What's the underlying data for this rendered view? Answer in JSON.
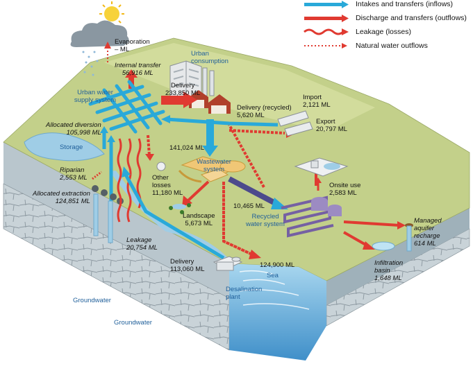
{
  "legend": {
    "items": [
      {
        "label": "Intakes and transfers (inflows)",
        "color": "#29a9d9"
      },
      {
        "label": "Discharge and transfers (outflows)",
        "color": "#e03a31"
      },
      {
        "label": "Leakage (losses)",
        "color": "#e03a31"
      },
      {
        "label": "Natural water outflows",
        "color": "#e03a31"
      }
    ]
  },
  "labels": {
    "evaporation": "Evaporation",
    "evaporation_value": "– ML",
    "internal_transfer": "Internal transfer",
    "internal_transfer_value": "56,916 ML",
    "urban_consumption": "Urban consumption",
    "delivery": "Delivery",
    "delivery_value": "233,850 ML",
    "delivery_recycled": "Delivery (recycled)",
    "delivery_recycled_value": "5,620 ML",
    "import": "Import",
    "import_value": "2,121 ML",
    "export": "Export",
    "export_value": "20,797 ML",
    "urban_supply": "Urban water supply system",
    "allocated_diversion": "Allocated diversion",
    "allocated_diversion_value": "105,998 ML",
    "storage": "Storage",
    "flow_141024": "141,024 ML",
    "wastewater": "Wastewater system",
    "riparian": "Riparian",
    "riparian_value": "2,553 ML",
    "other_losses": "Other losses",
    "other_losses_value": "11,180 ML",
    "allocated_extraction": "Allocated extraction",
    "allocated_extraction_value": "124,851 ML",
    "onsite_use": "Onsite use",
    "onsite_use_value": "2,583 ML",
    "flow_10465": "10,465 ML",
    "landscape": "Landscape",
    "landscape_value": "5,673 ML",
    "recycled": "Recycled water system",
    "managed_aquifer": "Managed aquifer recharge",
    "managed_aquifer_value": "614 ML",
    "leakage": "Leakage",
    "leakage_value": "20,754 ML",
    "delivery2": "Delivery",
    "delivery2_value": "113,060 ML",
    "flow_124900": "124,900 ML",
    "sea": "Sea",
    "infiltration": "Infiltration basin",
    "infiltration_value": "1,648 ML",
    "desalination": "Desalination plant",
    "groundwater1": "Groundwater",
    "groundwater2": "Groundwater"
  }
}
